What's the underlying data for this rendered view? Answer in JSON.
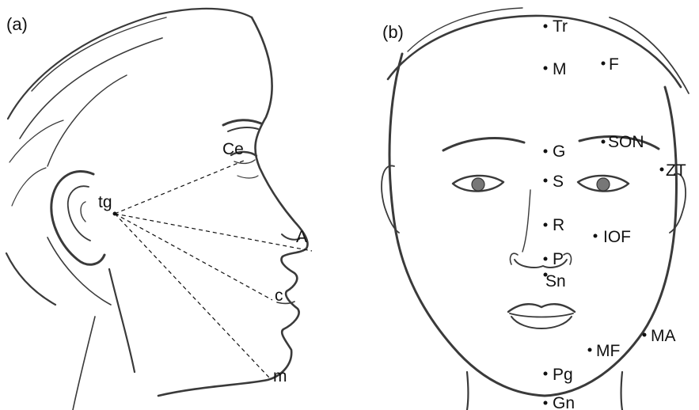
{
  "figure": {
    "panel_a": {
      "tag": "(a)",
      "points": {
        "tg": "tg",
        "ce": "Ce",
        "a": "A",
        "c": "c",
        "m": "m"
      }
    },
    "panel_b": {
      "tag": "(b)",
      "points": {
        "tr": "Tr",
        "m": "M",
        "f": "F",
        "g": "G",
        "son": "SON",
        "s": "S",
        "zt": "ZT",
        "r": "R",
        "iof": "IOF",
        "p": "P",
        "sn": "Sn",
        "ma": "MA",
        "mf": "MF",
        "pg": "Pg",
        "gn": "Gn"
      }
    }
  }
}
